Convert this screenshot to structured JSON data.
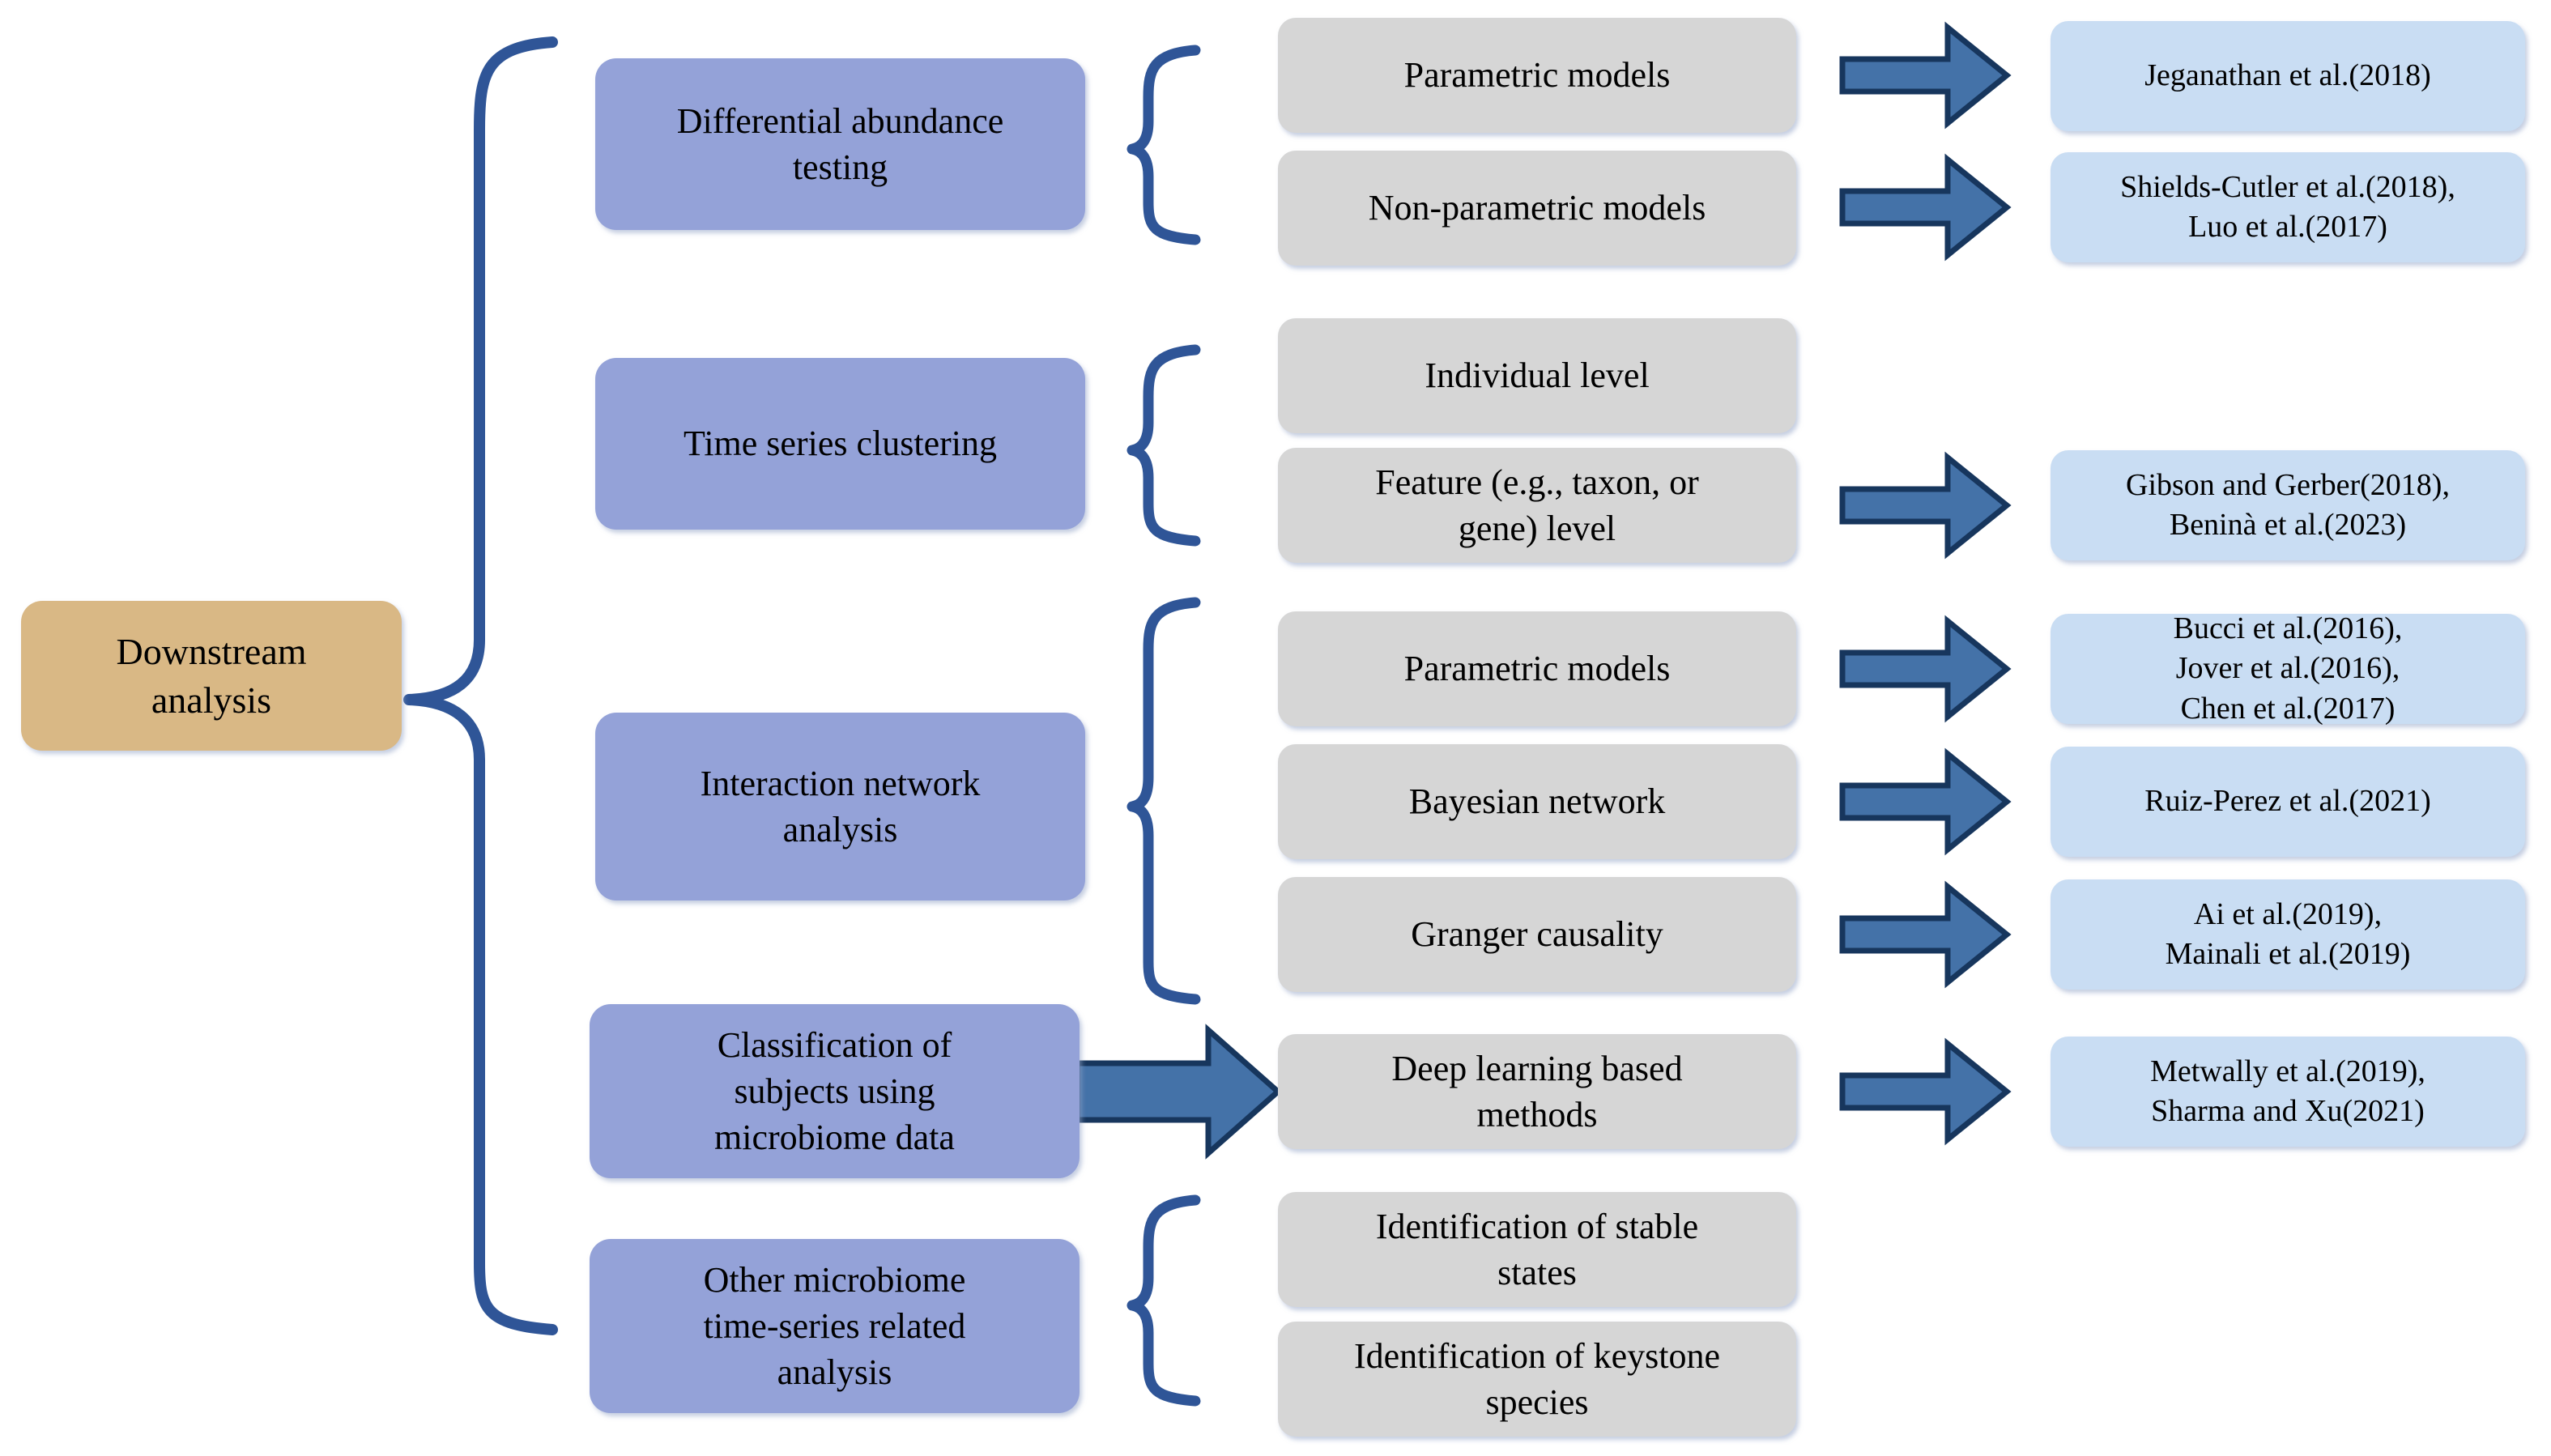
{
  "diagram": {
    "title": "Downstream analysis",
    "colors": {
      "root_fill": "#d9b885",
      "category_fill": "#94a2d8",
      "method_fill": "#d6d6d6",
      "reference_fill": "#c9ddf3",
      "connector_stroke": "#2f5597",
      "arrow_fill": "#4472a8",
      "arrow_stroke": "#17365d",
      "background": "#ffffff",
      "text": "#000000"
    },
    "root": {
      "label": "Downstream\nanalysis",
      "line1": "Downstream",
      "line2": "analysis"
    },
    "categories": [
      {
        "id": "differential-abundance-testing",
        "label_line1": "Differential abundance",
        "label_line2": "testing",
        "connector": "brace",
        "methods": [
          {
            "id": "parametric-models-1",
            "label_line1": "Parametric models",
            "label_line2": "",
            "arrow": true,
            "reference_line1": "Jeganathan et al.(2018)",
            "reference_line2": "",
            "reference_line3": ""
          },
          {
            "id": "non-parametric-models",
            "label_line1": "Non-parametric models",
            "label_line2": "",
            "arrow": true,
            "reference_line1": "Shields-Cutler et al.(2018),",
            "reference_line2": "Luo et al.(2017)",
            "reference_line3": ""
          }
        ]
      },
      {
        "id": "time-series-clustering",
        "label_line1": "Time series clustering",
        "label_line2": "",
        "connector": "brace",
        "methods": [
          {
            "id": "individual-level",
            "label_line1": "Individual level",
            "label_line2": "",
            "arrow": false,
            "reference_line1": "",
            "reference_line2": "",
            "reference_line3": ""
          },
          {
            "id": "feature-level",
            "label_line1": "Feature (e.g., taxon, or",
            "label_line2": "gene) level",
            "arrow": true,
            "reference_line1": "Gibson and Gerber(2018),",
            "reference_line2": "Beninà et al.(2023)",
            "reference_line3": ""
          }
        ]
      },
      {
        "id": "interaction-network-analysis",
        "label_line1": "Interaction network",
        "label_line2": "analysis",
        "connector": "brace",
        "methods": [
          {
            "id": "parametric-models-2",
            "label_line1": "Parametric models",
            "label_line2": "",
            "arrow": true,
            "reference_line1": "Bucci et al.(2016),",
            "reference_line2": "Jover et al.(2016),",
            "reference_line3": "Chen et al.(2017)"
          },
          {
            "id": "bayesian-network",
            "label_line1": "Bayesian network",
            "label_line2": "",
            "arrow": true,
            "reference_line1": "Ruiz-Perez et al.(2021)",
            "reference_line2": "",
            "reference_line3": ""
          },
          {
            "id": "granger-causality",
            "label_line1": "Granger causality",
            "label_line2": "",
            "arrow": true,
            "reference_line1": "Ai et al.(2019),",
            "reference_line2": "Mainali et al.(2019)",
            "reference_line3": ""
          }
        ]
      },
      {
        "id": "classification-of-subjects",
        "label_line1": "Classification of",
        "label_line2": "subjects using",
        "label_line3": "microbiome data",
        "connector": "arrow",
        "methods": [
          {
            "id": "deep-learning-based-methods",
            "label_line1": "Deep learning based",
            "label_line2": "methods",
            "arrow": true,
            "reference_line1": "Metwally et al.(2019),",
            "reference_line2": "Sharma and Xu(2021)",
            "reference_line3": ""
          }
        ]
      },
      {
        "id": "other-microbiome-time-series",
        "label_line1": "Other microbiome",
        "label_line2": "time-series related",
        "label_line3": "analysis",
        "connector": "brace",
        "methods": [
          {
            "id": "identification-of-stable-states",
            "label_line1": "Identification of stable",
            "label_line2": "states",
            "arrow": false,
            "reference_line1": "",
            "reference_line2": "",
            "reference_line3": ""
          },
          {
            "id": "identification-of-keystone-species",
            "label_line1": "Identification of keystone",
            "label_line2": "species",
            "arrow": false,
            "reference_line1": "",
            "reference_line2": "",
            "reference_line3": ""
          }
        ]
      }
    ]
  }
}
